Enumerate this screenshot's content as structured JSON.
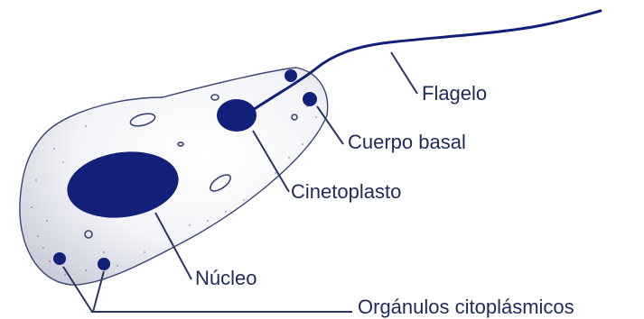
{
  "diagram": {
    "labels": {
      "flagelo": "Flagelo",
      "cuerpo_basal": "Cuerpo basal",
      "cinetoplasto": "Cinetoplasto",
      "nucleo": "Núcleo",
      "organulos": "Orgánulos citoplásmicos"
    },
    "colors": {
      "ink": "#13207a",
      "text": "#1f2a5a",
      "cell_fill": "#f2f3f7"
    }
  }
}
